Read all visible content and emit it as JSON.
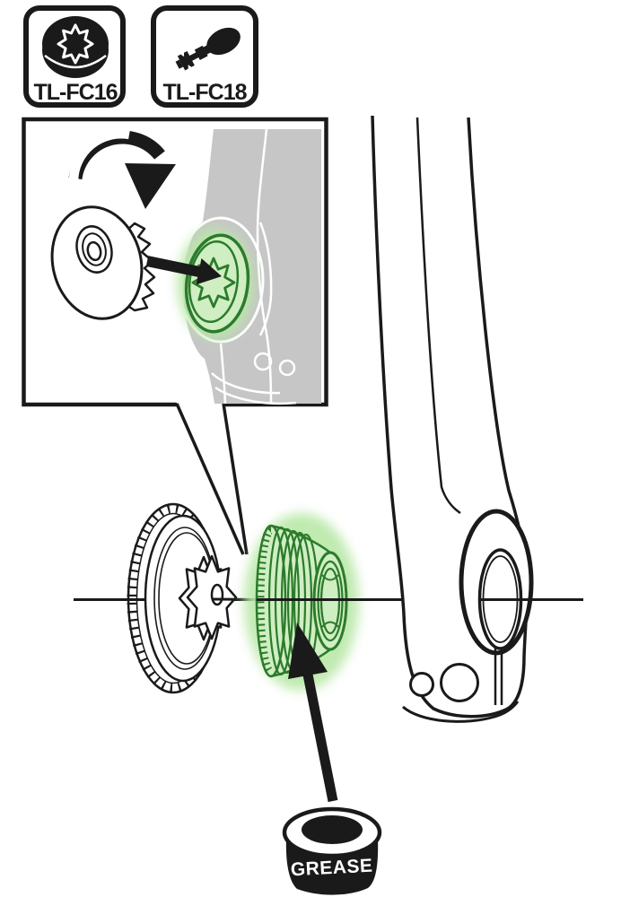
{
  "badges": [
    {
      "label": "TL-FC16",
      "icon": "splined-cap-tool-icon"
    },
    {
      "label": "TL-FC18",
      "icon": "plug-install-tool-icon"
    }
  ],
  "grease": {
    "label": "GREASE"
  },
  "icons": {
    "rotation_arrow": "clockwise-rotation-arrow",
    "insert_arrow": "insert-right-arrow",
    "grease_arrow": "apply-grease-up-arrow",
    "grease_tub": "grease-container"
  },
  "colors": {
    "green": "#2b7b2b",
    "green_light": "#cfeec2",
    "green_glow": "#b9e8a8",
    "gray": "#c6c6c6",
    "ink": "#1a1a1a"
  }
}
